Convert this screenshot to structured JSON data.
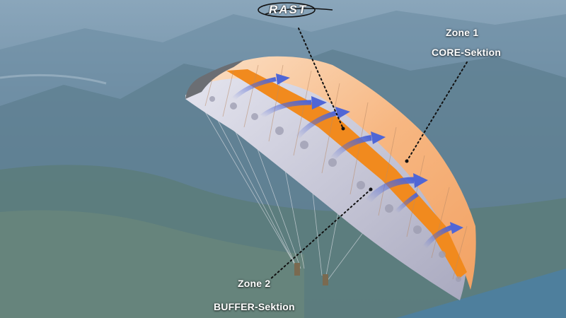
{
  "logo": {
    "text": "RAST"
  },
  "zones": [
    {
      "title": "Zone 1",
      "section": "CORE-Sektion"
    },
    {
      "title": "Zone 2",
      "section": "BUFFER-Sektion"
    }
  ],
  "colors": {
    "canopy_top": "#f6b27a",
    "canopy_light": "#fbe3cd",
    "core_band": "#f18a1e",
    "underside": "#c8c8d8",
    "airflow_arrow": "#4f66d6",
    "label_text": "#ffffff",
    "leader_line": "#111111",
    "sky_haze": "#7f9db3",
    "lake": "#4d7fa1"
  }
}
